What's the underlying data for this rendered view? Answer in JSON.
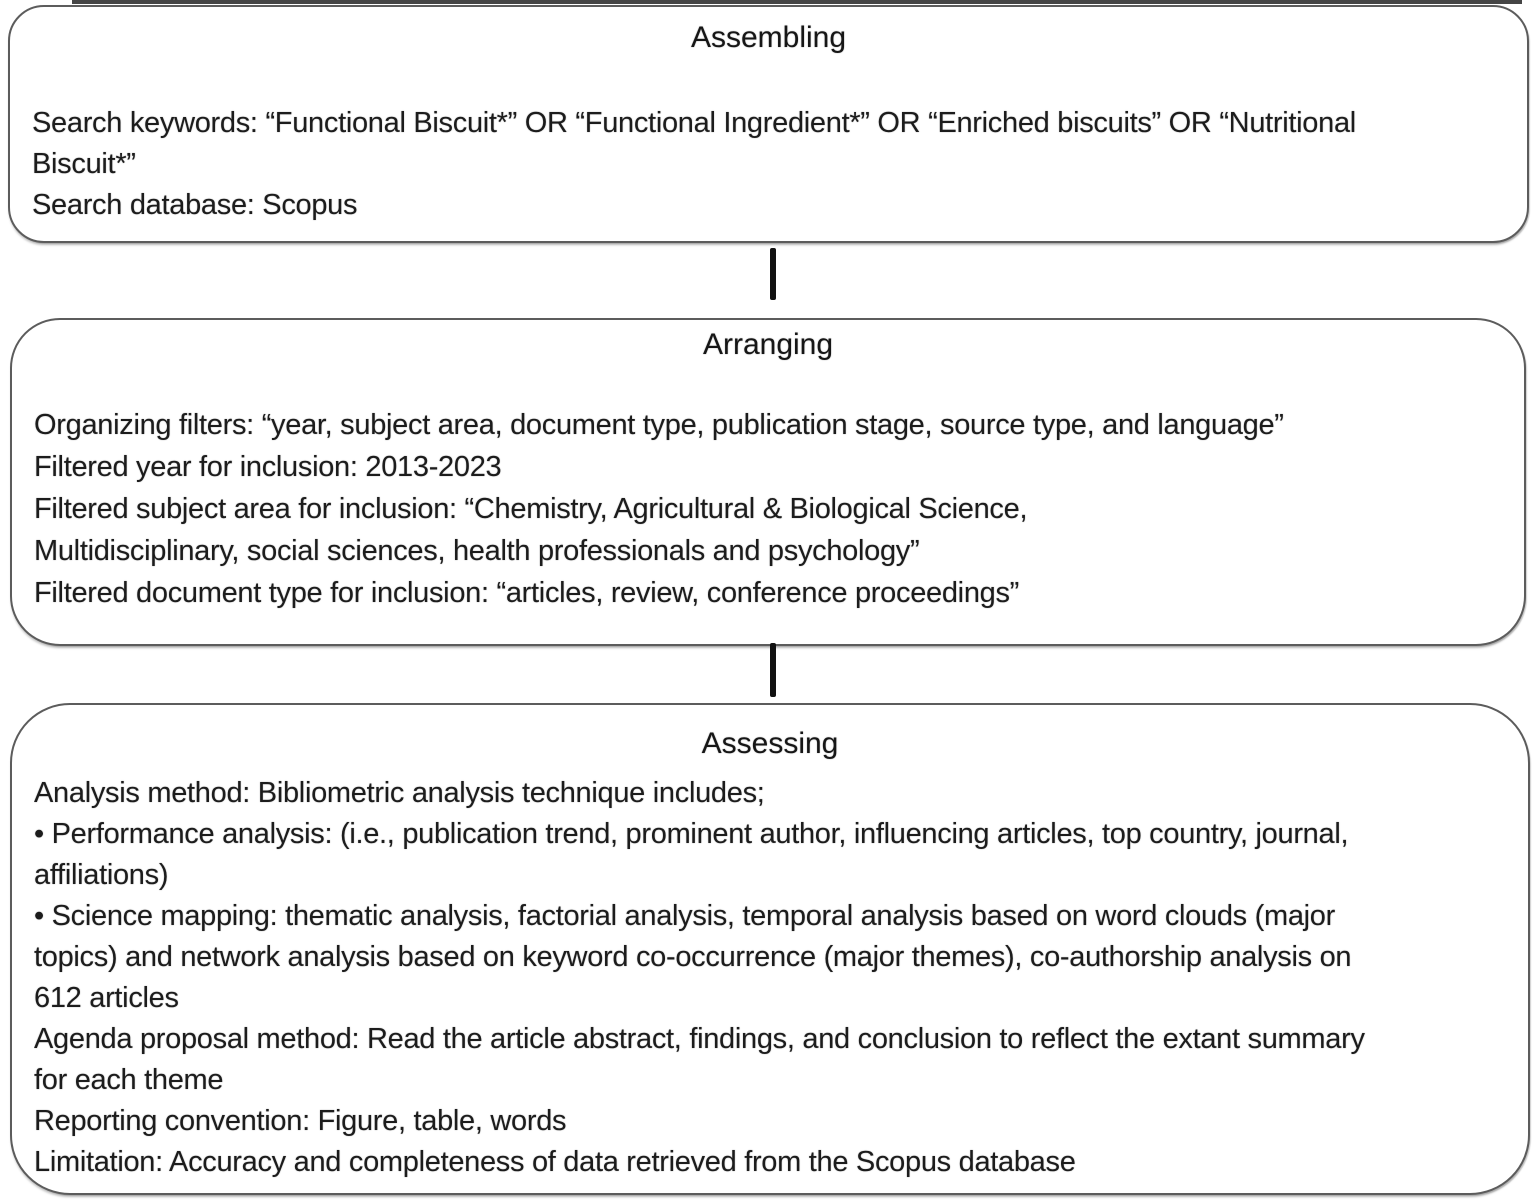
{
  "figure": {
    "boxes": [
      {
        "title": "Assembling",
        "lines": [
          "Search keywords: “Functional Biscuit*” OR “Functional Ingredient*” OR “Enriched biscuits” OR “Nutritional",
          "Biscuit*”",
          "Search database: Scopus"
        ]
      },
      {
        "title": "Arranging",
        "lines": [
          "Organizing filters: “year, subject area, document type, publication stage, source type, and language”",
          "Filtered year for inclusion: 2013-2023",
          "Filtered subject area for inclusion: “Chemistry, Agricultural & Biological Science,",
          "Multidisciplinary, social sciences, health professionals and psychology”",
          "Filtered document type for inclusion: “articles, review, conference proceedings”"
        ]
      },
      {
        "title": "Assessing",
        "lines": [
          "Analysis method: Bibliometric analysis technique includes;",
          "• Performance analysis: (i.e., publication trend, prominent author, influencing articles, top country, journal,",
          "affiliations)",
          "• Science mapping: thematic analysis, factorial analysis, temporal analysis based on word clouds (major",
          "topics) and network analysis based on keyword co-occurrence (major themes), co-authorship analysis on",
          "612 articles",
          "Agenda proposal method: Read the article abstract, findings, and conclusion to reflect the extant summary",
          "for each theme",
          "Reporting convention: Figure, table, words",
          "Limitation: Accuracy and completeness of data retrieved from the Scopus database"
        ]
      }
    ]
  }
}
